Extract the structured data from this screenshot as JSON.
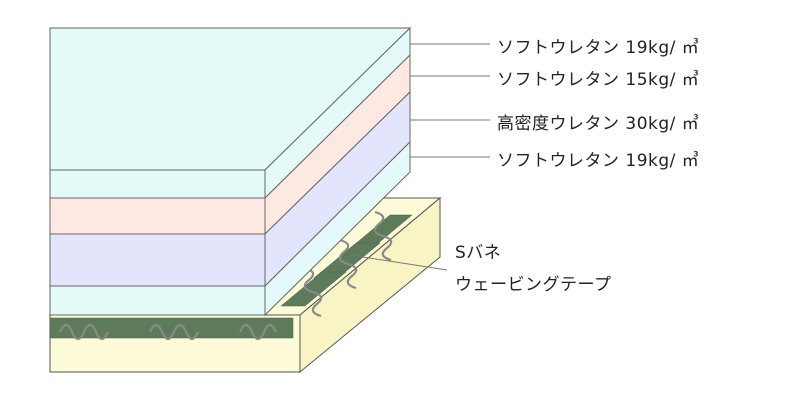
{
  "layers": [
    {
      "label": "ソフトウレタン 19kg/ ㎥",
      "color": "#e3faf8"
    },
    {
      "label": "ソフトウレタン 15kg/ ㎥",
      "color": "#fde9e2"
    },
    {
      "label": "高密度ウレタン 30kg/ ㎥",
      "color": "#e2e5fb"
    },
    {
      "label": "ソフトウレタン 19kg/ ㎥",
      "color": "#e3faf8"
    }
  ],
  "spring": {
    "label": "Sバネ",
    "tape_label": "ウェービングテープ",
    "tape_color": "#5d7a5b",
    "base_color": "#fdfbd8"
  }
}
